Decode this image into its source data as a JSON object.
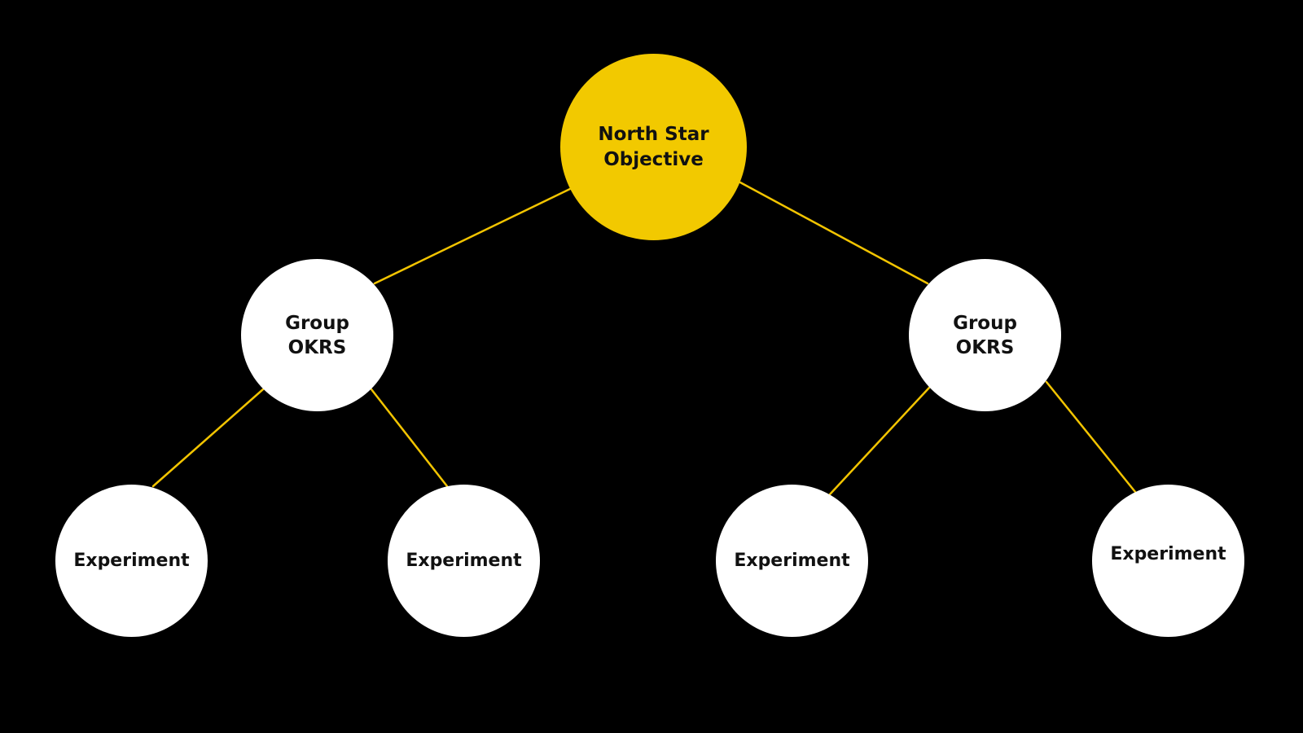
{
  "colors": {
    "background": "#000000",
    "connector": "#F2C400",
    "root_fill": "#F2C900",
    "node_fill": "#FFFFFF",
    "text": "#111111"
  },
  "diagram": {
    "root": {
      "line1": "North Star",
      "line2": "Objective"
    },
    "groups": [
      {
        "line1": "Group",
        "line2": "OKRS",
        "experiments": [
          {
            "label": "Experiment"
          },
          {
            "label": "Experiment"
          }
        ]
      },
      {
        "line1": "Group",
        "line2": "OKRS",
        "experiments": [
          {
            "label": "Experiment"
          },
          {
            "label": "Experiment"
          }
        ]
      }
    ]
  }
}
